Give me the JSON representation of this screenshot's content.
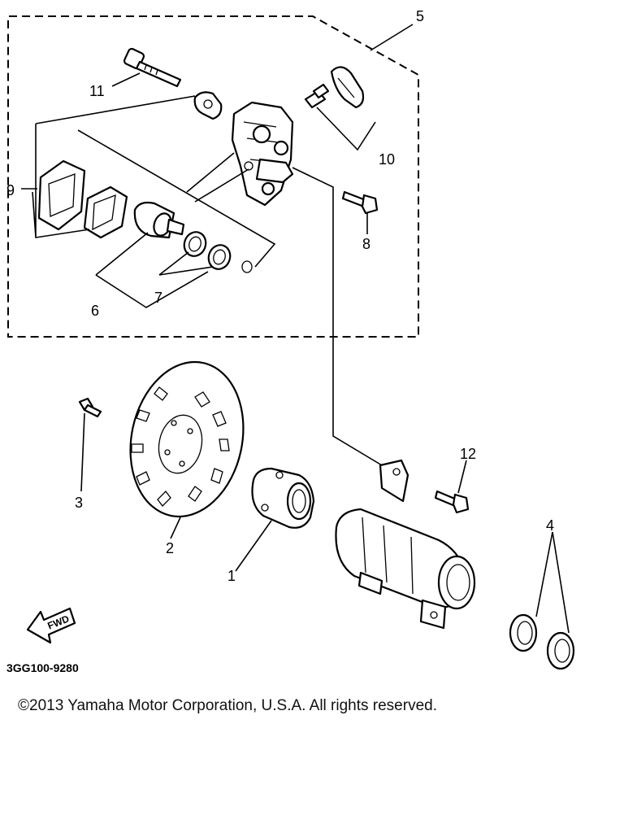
{
  "diagram": {
    "callouts": [
      {
        "id": "1",
        "text": "1"
      },
      {
        "id": "2",
        "text": "2"
      },
      {
        "id": "3",
        "text": "3"
      },
      {
        "id": "4",
        "text": "4"
      },
      {
        "id": "5",
        "text": "5"
      },
      {
        "id": "6",
        "text": "6"
      },
      {
        "id": "7",
        "text": "7"
      },
      {
        "id": "8",
        "text": "8"
      },
      {
        "id": "9",
        "text": "9"
      },
      {
        "id": "10",
        "text": "10"
      },
      {
        "id": "11",
        "text": "11"
      },
      {
        "id": "12",
        "text": "12"
      }
    ],
    "fwd_label": "FWD",
    "part_code": "3GG100-9280"
  },
  "footer": {
    "copyright": "©2013 Yamaha Motor Corporation, U.S.A. All rights reserved."
  }
}
